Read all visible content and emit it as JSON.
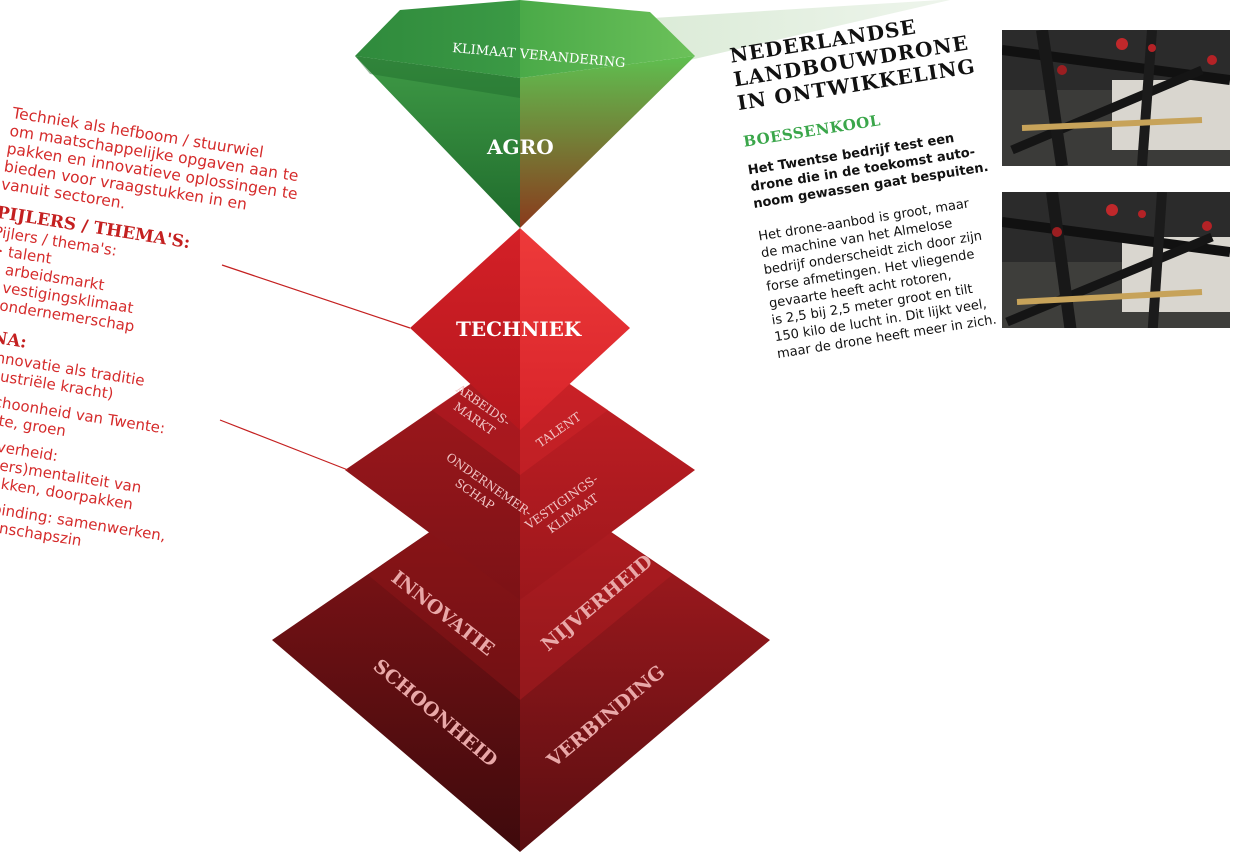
{
  "pyramid": {
    "top_band_label": "KLIMAAT VERANDERING",
    "agro_label": "AGRO",
    "techniek_label": "TECHNIEK",
    "pillars": {
      "arbeidsmarkt": [
        "ARBEIDS-",
        "MARKT"
      ],
      "talent": "TALENT",
      "ondernemerschap": [
        "ONDERNEMER-",
        "SCHAP"
      ],
      "vestigingsklimaat": [
        "VESTIGINGS-",
        "KLIMAAT"
      ]
    },
    "base": {
      "innovatie": "INNOVATIE",
      "nijverheid": "NIJVERHEID",
      "schoonheid": "SCHOONHEID",
      "verbinding": "VERBINDING"
    }
  },
  "left": {
    "intro_lines": [
      "Techniek als hefboom / stuurwiel",
      "om maatschappelijke opgaven aan te",
      "pakken en innovatieve oplossingen te",
      "bieden voor vraagstukken in en",
      "vanuit sectoren."
    ],
    "pijlers_heading": "PIJLERS / THEMA'S:",
    "pijlers_sub": "Pijlers / thema's:",
    "pijlers_items": [
      "> talent",
      "> arbeidsmarkt",
      "> vestigingsklimaat",
      "> ondernemerschap"
    ],
    "dna_heading": "DNA:",
    "dna_items": [
      [
        "> Innovatie als traditie",
        "(industriële kracht)"
      ],
      [
        "> Schoonheid van Twente:",
        "ruimte, groen"
      ],
      [
        "> Nijverheid:",
        "(pioniers)mentaliteit van",
        "aanpakken, doorpakken"
      ],
      [
        "> Verbinding: samenwerken,",
        "gemeenschapszin"
      ]
    ]
  },
  "article": {
    "title_lines": [
      "NEDERLANDSE",
      "LANDBOUWDRONE",
      "IN ONTWIKKELING"
    ],
    "author": "BOESSENKOOL",
    "lead_lines": [
      "Het Twentse bedrijf test een",
      "drone die in de toekomst auto-",
      "noom gewassen gaat bespuiten."
    ],
    "body_lines": [
      "Het drone-aanbod is groot, maar",
      "de machine van het Almelose",
      "bedrijf onderscheidt zich door zijn",
      "forse afmetingen. Het vliegende",
      "gevaarte heeft acht rotoren,",
      "is 2,5 bij 2,5 meter groot en tilt",
      "150 kilo de lucht in. Dit lijkt veel,",
      "maar de drone heeft meer in zich."
    ]
  },
  "colors": {
    "green_light": "#6cc15a",
    "green_dark": "#2e8b3e",
    "red_bright": "#e8232a",
    "red_mid": "#c01c22",
    "red_dark": "#5c0f13",
    "text_red": "#d52b2b",
    "author_green": "#3aa64a"
  }
}
